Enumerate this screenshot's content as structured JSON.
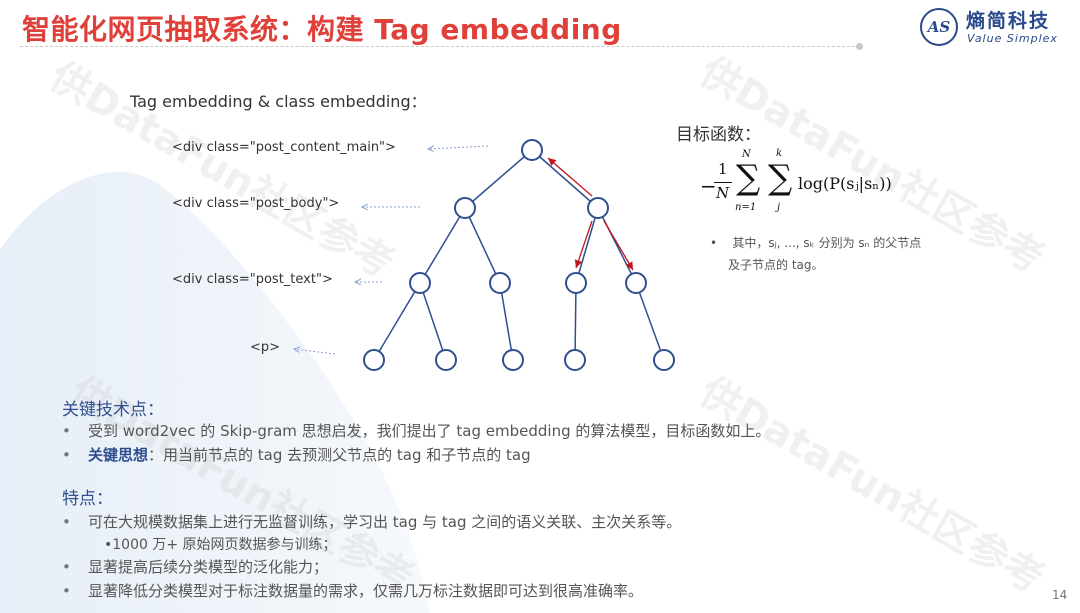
{
  "header": {
    "title": "智能化网页抽取系统：构建 Tag embedding",
    "logo_badge": "AS",
    "logo_cn": "熵简科技",
    "logo_en": "Value Simplex"
  },
  "watermarks": [
    "供DataFun社区参考",
    "供DataFun社区参考",
    "供DataFun社区参考",
    "供DataFun社区参考"
  ],
  "diagram": {
    "heading": "Tag embedding & class embedding：",
    "tags": [
      "<div class=\"post_content_main\">",
      "<div class=\"post_body\">",
      "<div class=\"post_text\">",
      "<p>"
    ]
  },
  "objective": {
    "title": "目标函数：",
    "formula": {
      "minus": "−",
      "frac_num": "1",
      "frac_den": "N",
      "sum_outer_top": "N",
      "sum_outer_bottom": "n=1",
      "sum_inner_top": "k",
      "sum_inner_bottom": "j",
      "body": "log(P(sⱼ|sₙ))"
    },
    "note_bullet": "•",
    "note_line1": "其中，sⱼ, ..., sₖ 分别为 sₙ 的父节点",
    "note_line2": "及子节点的 tag。"
  },
  "key_points": {
    "title": "关键技术点：",
    "items": [
      {
        "text": "受到 word2vec 的 Skip-gram 思想启发，我们提出了 tag embedding 的算法模型，目标函数如上。"
      },
      {
        "label": "关键思想",
        "text": "：用当前节点的 tag 去预测父节点的 tag 和子节点的 tag"
      }
    ]
  },
  "features": {
    "title": "特点：",
    "items": [
      "可在大规模数据集上进行无监督训练，学习出 tag 与 tag 之间的语义关联、主次关系等。",
      "1000 万+ 原始网页数据参与训练；",
      "显著提高后续分类模型的泛化能力；",
      "显著降低分类模型对于标注数据量的需求，仅需几万标注数据即可达到很高准确率。"
    ]
  },
  "page_number": "14",
  "colors": {
    "title_red": "#e0403a",
    "accent_blue": "#2f4f8f",
    "node_blue": "#2f4f8f",
    "arrow_red": "#c0161d"
  }
}
